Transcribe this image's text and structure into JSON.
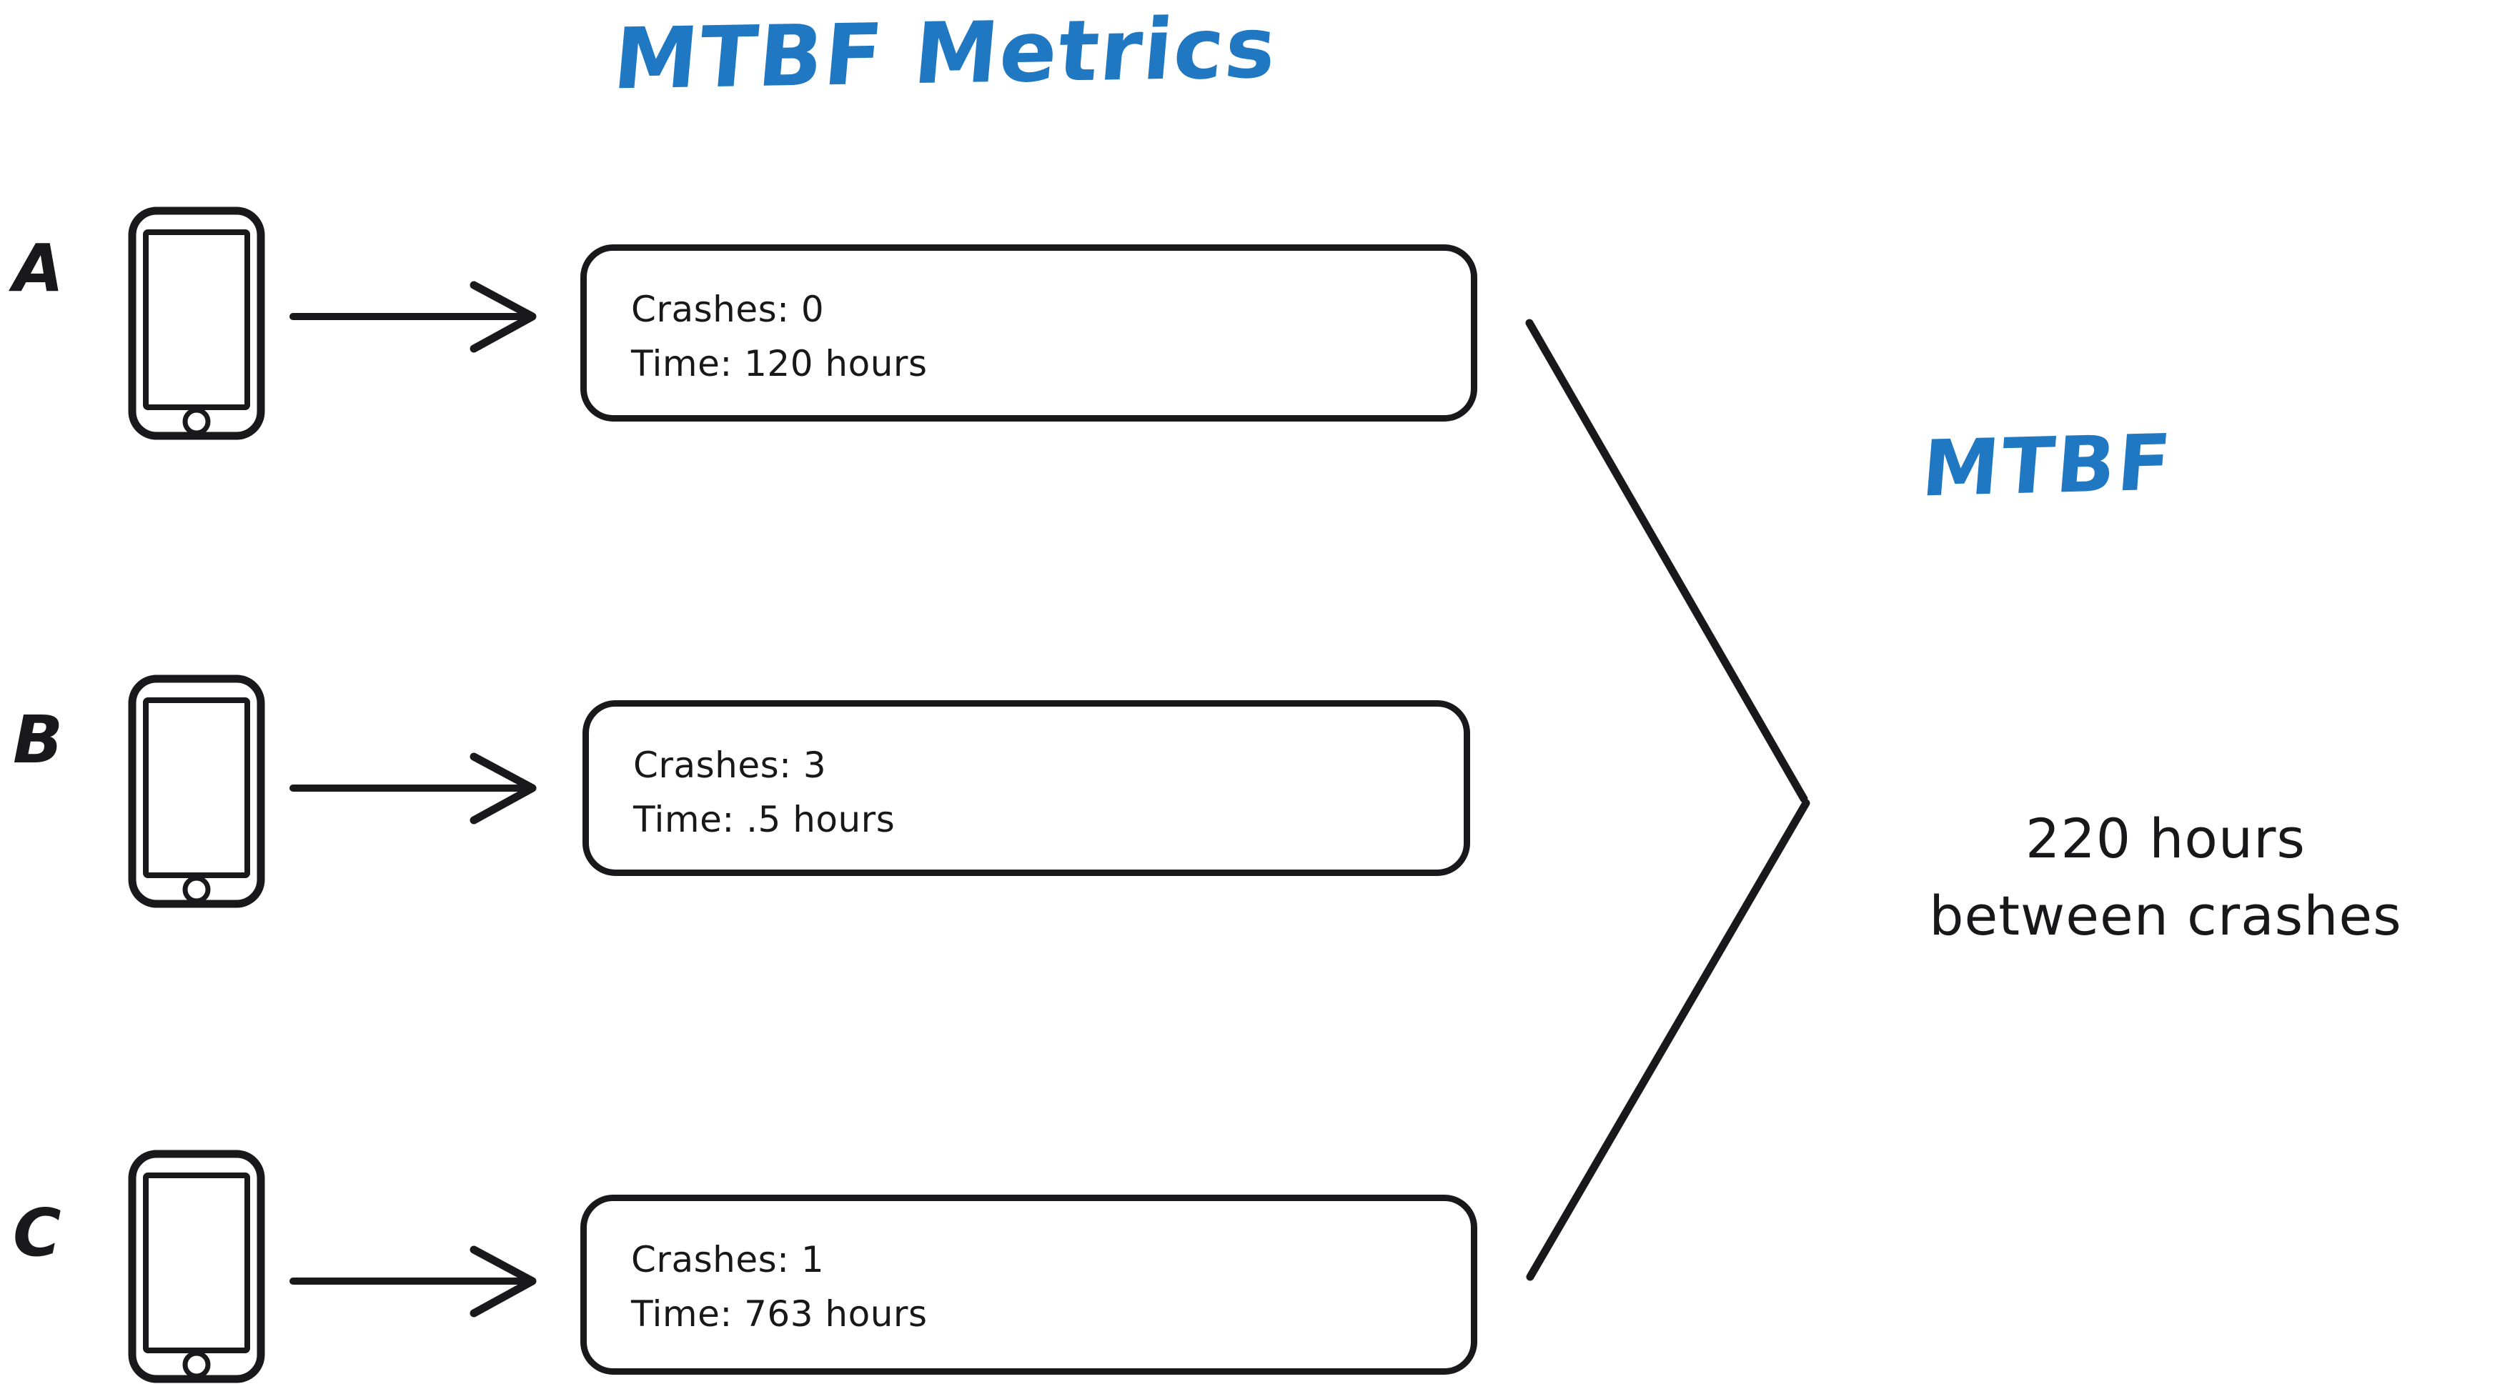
{
  "title": "MTBF Metrics",
  "colors": {
    "accent_blue": "#1f78c1",
    "ink_black": "#18181a",
    "background": "#ffffff"
  },
  "devices": [
    {
      "label": "A",
      "icon": "smartphone-icon",
      "arrow": "arrow-right-icon",
      "metrics": {
        "crashes_line": "Crashes: 0",
        "time_line": "Time: 120 hours",
        "crashes": 0,
        "time_hours": 120
      }
    },
    {
      "label": "B",
      "icon": "smartphone-icon",
      "arrow": "arrow-right-icon",
      "metrics": {
        "crashes_line": "Crashes: 3",
        "time_line": "Time: .5 hours",
        "crashes": 3,
        "time_hours": 0.5
      }
    },
    {
      "label": "C",
      "icon": "smartphone-icon",
      "arrow": "arrow-right-icon",
      "metrics": {
        "crashes_line": "Crashes: 1",
        "time_line": "Time: 763 hours",
        "crashes": 1,
        "time_hours": 763
      }
    }
  ],
  "summary": {
    "heading": "MTBF",
    "value_line": "220 hours",
    "description_line": "between crashes",
    "value": 220,
    "unit": "hours"
  }
}
